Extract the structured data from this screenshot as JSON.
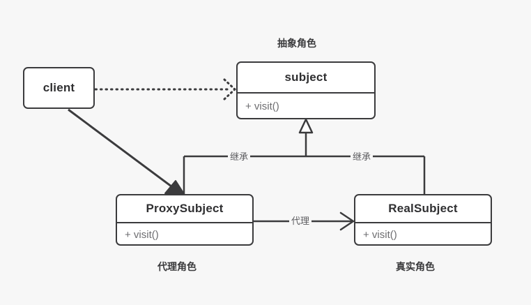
{
  "diagram": {
    "type": "uml-class-diagram",
    "title": "Proxy pattern class diagram",
    "background_color": "#f7f7f7",
    "stroke_color": "#3b3b3d",
    "box_fill": "#ffffff",
    "label_color": "#5d5d60"
  },
  "nodes": {
    "client": {
      "name": "client",
      "operations": []
    },
    "subject": {
      "name": "subject",
      "operations": [
        "+ visit()"
      ],
      "caption": "抽象角色"
    },
    "proxy_subject": {
      "name": "ProxySubject",
      "operations": [
        "+ visit()"
      ],
      "caption": "代理角色"
    },
    "real_subject": {
      "name": "RealSubject",
      "operations": [
        "+ visit()"
      ],
      "caption": "真实角色"
    }
  },
  "edges": {
    "client_to_subject": {
      "label": "",
      "style": "dotted",
      "arrow": "open-dependency",
      "from": "client",
      "to": "subject"
    },
    "client_to_proxy": {
      "label": "",
      "style": "solid",
      "arrow": "filled-triangle",
      "from": "client",
      "to": "proxy_subject"
    },
    "proxy_inherits_subject": {
      "label": "继承",
      "style": "solid",
      "arrow": "hollow-triangle",
      "from": "proxy_subject",
      "to": "subject"
    },
    "real_inherits_subject": {
      "label": "继承",
      "style": "solid",
      "arrow": "hollow-triangle",
      "from": "real_subject",
      "to": "subject"
    },
    "proxy_to_real": {
      "label": "代理",
      "style": "solid",
      "arrow": "open-line",
      "from": "proxy_subject",
      "to": "real_subject"
    }
  }
}
